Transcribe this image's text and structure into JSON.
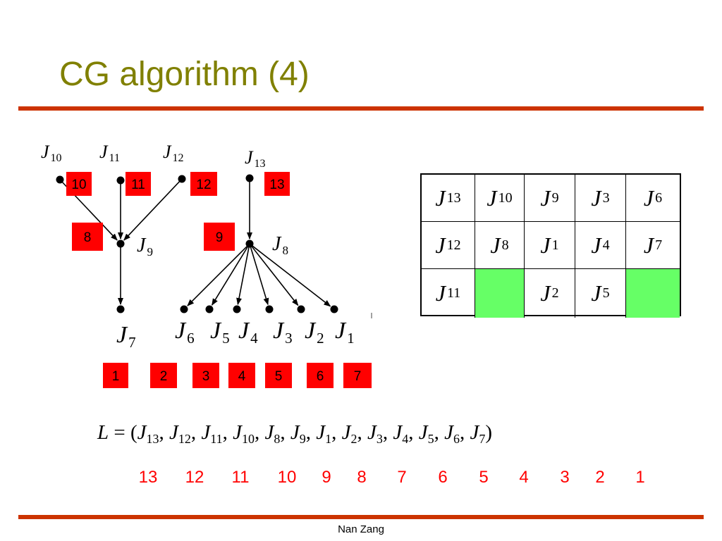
{
  "title": "CG algorithm (4)",
  "footer": "Nan Zang",
  "colors": {
    "title": "#808000",
    "rule": "#cc3300",
    "label_box": "#ff0000",
    "label_text": "#000000",
    "empty_cell": "#66ff66",
    "order_text": "#ff0000"
  },
  "tree": {
    "nodes": [
      {
        "name": "J",
        "sub": "10",
        "label": "10"
      },
      {
        "name": "J",
        "sub": "11",
        "label": "11"
      },
      {
        "name": "J",
        "sub": "12",
        "label": "12"
      },
      {
        "name": "J",
        "sub": "13",
        "label": "13"
      },
      {
        "name": "J",
        "sub": "9",
        "label": "8"
      },
      {
        "name": "J",
        "sub": "8",
        "label": "9"
      },
      {
        "name": "J",
        "sub": "7",
        "label": "1"
      },
      {
        "name": "J",
        "sub": "6",
        "label": "2"
      },
      {
        "name": "J",
        "sub": "5",
        "label": "3"
      },
      {
        "name": "J",
        "sub": "4",
        "label": "4"
      },
      {
        "name": "J",
        "sub": "3",
        "label": "5"
      },
      {
        "name": "J",
        "sub": "2",
        "label": "6"
      },
      {
        "name": "J",
        "sub": "1",
        "label": "7"
      }
    ],
    "edges": [
      [
        "J10",
        "J9"
      ],
      [
        "J11",
        "J9"
      ],
      [
        "J12",
        "J9"
      ],
      [
        "J9",
        "J7"
      ],
      [
        "J13",
        "J8"
      ],
      [
        "J8",
        "J6"
      ],
      [
        "J8",
        "J5"
      ],
      [
        "J8",
        "J4"
      ],
      [
        "J8",
        "J3"
      ],
      [
        "J8",
        "J2"
      ],
      [
        "J8",
        "J1"
      ]
    ]
  },
  "schedule_table": {
    "rows": [
      [
        {
          "name": "J",
          "sub": "13"
        },
        {
          "name": "J",
          "sub": "10"
        },
        {
          "name": "J",
          "sub": "9"
        },
        {
          "name": "J",
          "sub": "3"
        },
        {
          "name": "J",
          "sub": "6"
        }
      ],
      [
        {
          "name": "J",
          "sub": "12"
        },
        {
          "name": "J",
          "sub": "8"
        },
        {
          "name": "J",
          "sub": "1"
        },
        {
          "name": "J",
          "sub": "4"
        },
        {
          "name": "J",
          "sub": "7"
        }
      ],
      [
        {
          "name": "J",
          "sub": "11"
        },
        {
          "empty": true
        },
        {
          "name": "J",
          "sub": "2"
        },
        {
          "name": "J",
          "sub": "5"
        },
        {
          "empty": true
        }
      ]
    ]
  },
  "equation": {
    "lhs": "L",
    "items": [
      "13",
      "12",
      "11",
      "10",
      "8",
      "9",
      "1",
      "2",
      "3",
      "4",
      "5",
      "6",
      "7"
    ]
  },
  "order_labels": [
    "13",
    "12",
    "11",
    "10",
    "9",
    "8",
    "7",
    "6",
    "5",
    "4",
    "3",
    "2",
    "1"
  ]
}
